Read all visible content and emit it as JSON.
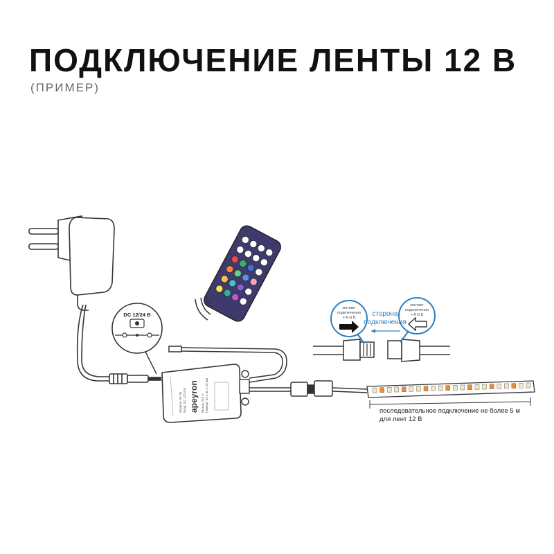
{
  "header": {
    "title": "ПОДКЛЮЧЕНИЕ ЛЕНТЫ 12 В",
    "subtitle": "(ПРИМЕР)"
  },
  "callout": {
    "dc_label": "DC 12/24 В"
  },
  "controller": {
    "brand": "apeyron",
    "specs": [
      "Модель: 04-06",
      "Вход: DC 12/24 В",
      "Выход: 3х2 А",
      "Размер: 63 х 35 х 23 мм"
    ]
  },
  "connector_detail": {
    "left_bubble": [
      "контакт",
      "подключения",
      "+ R G B"
    ],
    "right_bubble": [
      "контакт",
      "подключения",
      "+ R G B"
    ],
    "side_label_line1": "сторона",
    "side_label_line2": "подключения"
  },
  "strip_note": {
    "line1": "последовательное подключение не более 5 м",
    "line2": "для лент 12 В"
  },
  "colors": {
    "line": "#333333",
    "accent_blue": "#2a7fc1",
    "remote_body": "#3e3a6b",
    "led_orange": "#f08a3a"
  }
}
